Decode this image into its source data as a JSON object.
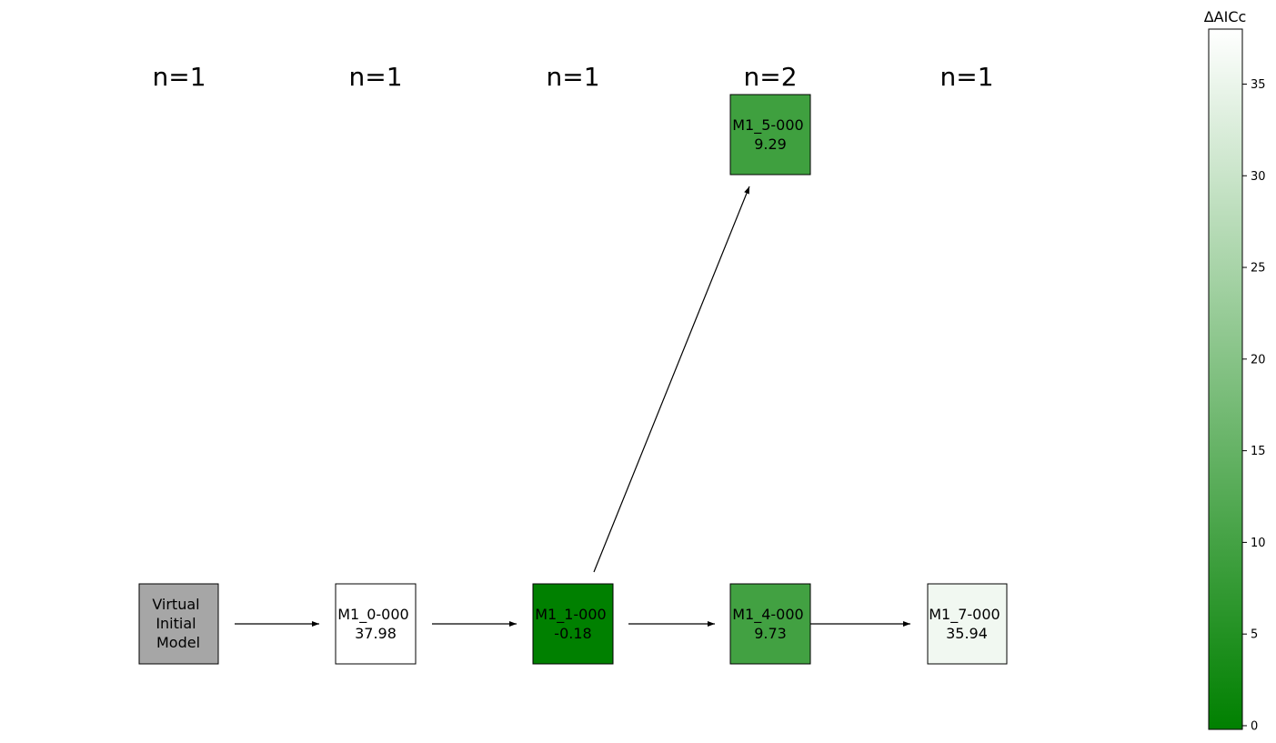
{
  "columns": [
    {
      "id": "c0",
      "count_label": "n=1"
    },
    {
      "id": "c1",
      "count_label": "n=1"
    },
    {
      "id": "c2",
      "count_label": "n=1"
    },
    {
      "id": "c3",
      "count_label": "n=2"
    },
    {
      "id": "c4",
      "count_label": "n=1"
    }
  ],
  "nodes": [
    {
      "id": "virtual",
      "lines": [
        "Virtual",
        "Initial",
        "Model"
      ],
      "color": "#a6a6a6"
    },
    {
      "id": "m1_0",
      "lines": [
        "M1_0-000",
        "37.98"
      ],
      "value": 37.98
    },
    {
      "id": "m1_1",
      "lines": [
        "M1_1-000",
        "-0.18"
      ],
      "value": -0.18
    },
    {
      "id": "m1_4",
      "lines": [
        "M1_4-000",
        "9.73"
      ],
      "value": 9.73
    },
    {
      "id": "m1_5",
      "lines": [
        "M1_5-000",
        "9.29"
      ],
      "value": 9.29
    },
    {
      "id": "m1_7",
      "lines": [
        "M1_7-000",
        "35.94"
      ],
      "value": 35.94
    }
  ],
  "edges": [
    {
      "from": "virtual",
      "to": "m1_0"
    },
    {
      "from": "m1_0",
      "to": "m1_1"
    },
    {
      "from": "m1_1",
      "to": "m1_4"
    },
    {
      "from": "m1_1",
      "to": "m1_5"
    },
    {
      "from": "m1_4",
      "to": "m1_7"
    }
  ],
  "colorbar": {
    "title": "ΔAICc",
    "min": -0.2,
    "max": 38,
    "ticks": [
      "0",
      "5",
      "10",
      "15",
      "20",
      "25",
      "30",
      "35"
    ],
    "color_low": "#008000",
    "color_high": "#ffffff"
  }
}
